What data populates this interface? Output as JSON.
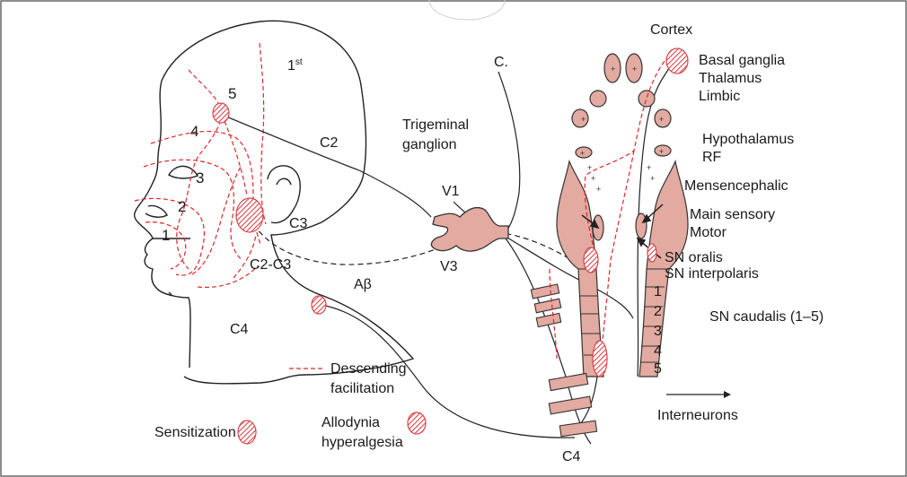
{
  "colors": {
    "tissue_fill": "#e2aaa0",
    "tissue_stroke": "#333333",
    "descending_dash": "#e0262b",
    "hatch": "#d8454a",
    "line": "#222222",
    "frame": "#444444"
  },
  "head": {
    "dermatomes": {
      "first": "1",
      "first_sup": "st",
      "d1": "1",
      "d2": "2",
      "d3": "3",
      "d4": "4",
      "d5": "5"
    },
    "nerve_labels": {
      "c2": "C2",
      "c3": "C3",
      "c2c3": "C2-C3",
      "c4": "C4",
      "abeta": "Aβ",
      "c_fiber": "C."
    }
  },
  "ganglion": {
    "line1": "Trigeminal",
    "line2": "ganglion",
    "v1": "V1",
    "v3": "V3"
  },
  "brainstem": {
    "cortex": "Cortex",
    "basal_ganglia": "Basal ganglia",
    "thalamus": "Thalamus",
    "limbic": "Limbic",
    "hypothalamus": "Hypothalamus",
    "rf": "RF",
    "mesencephalic": "Mensencephalic",
    "main_sensory": "Main sensory",
    "motor": "Motor",
    "sn_oralis": "SN oralis",
    "sn_interpolaris": "SN interpolaris",
    "sn_caudalis": "SN caudalis (1–5)",
    "caudalis_1": "1",
    "caudalis_2": "2",
    "caudalis_3": "3",
    "caudalis_4": "4",
    "caudalis_5": "5",
    "interneurons": "Interneurons",
    "spinal_c4": "C4"
  },
  "legend": {
    "descending_line1": "Descending",
    "descending_line2": "facilitation",
    "sensitization": "Sensitization",
    "allodynia_line1": "Allodynia",
    "allodynia_line2": "hyperalgesia"
  }
}
